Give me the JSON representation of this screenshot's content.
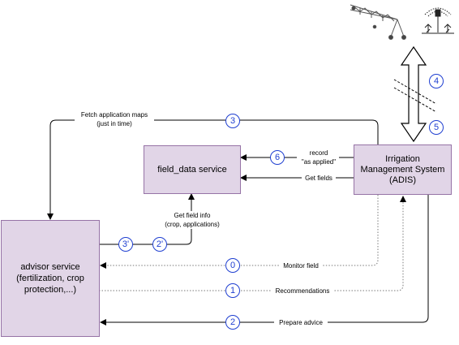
{
  "nodes": {
    "field_data": "field_data service",
    "irrigation": [
      "Irrigation",
      "Management System",
      "(ADIS)"
    ],
    "advisor": [
      "advisor service",
      "(fertilization, crop",
      "protection,...)"
    ]
  },
  "edges": {
    "fetch_maps": [
      "Fetch application maps",
      "(just in time)"
    ],
    "record": [
      "record",
      "\"as applied\""
    ],
    "get_fields": "Get fields",
    "get_field_info": [
      "Get field info",
      "(crop, applications)"
    ],
    "monitor_field": "Monitor field",
    "recommendations": "Recommendations",
    "prepare_advice": "Prepare advice"
  },
  "badges": {
    "b0": "0",
    "b1": "1",
    "b2": "2",
    "b3": "3",
    "b4": "4",
    "b5": "5",
    "b6": "6",
    "b2p": "2'",
    "b3p": "3'"
  },
  "colors": {
    "node_fill": "#e1d5e7",
    "node_border": "#9673a6",
    "badge": "#1f3fd1",
    "line": "#000000",
    "dotted_line": "#7a7a7a"
  },
  "icons": [
    "pivot-irrigation-icon",
    "sprinkler-icon"
  ]
}
